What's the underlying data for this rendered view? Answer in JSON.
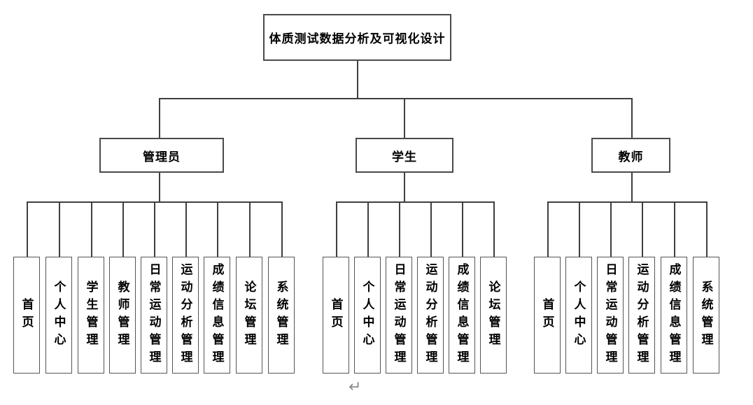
{
  "diagram": {
    "title": "体质测试数据分析及可视化设计",
    "branches": [
      {
        "label": "管理员",
        "children": [
          "首页",
          "个人中心",
          "学生管理",
          "教师管理",
          "日常运动管理",
          "运动分析管理",
          "成绩信息管理",
          "论坛管理",
          "系统管理"
        ]
      },
      {
        "label": "学生",
        "children": [
          "首页",
          "个人中心",
          "日常运动管理",
          "运动分析管理",
          "成绩信息管理",
          "论坛管理"
        ]
      },
      {
        "label": "教师",
        "children": [
          "首页",
          "个人中心",
          "日常运动管理",
          "运动分析管理",
          "成绩信息管理",
          "系统管理"
        ]
      }
    ],
    "return_mark": "↵",
    "colors": {
      "background": "#ffffff",
      "line": "#3f3f3f",
      "box_border": "#4a4a4a",
      "text": "#000000",
      "return_mark": "#8c8c8c"
    }
  }
}
